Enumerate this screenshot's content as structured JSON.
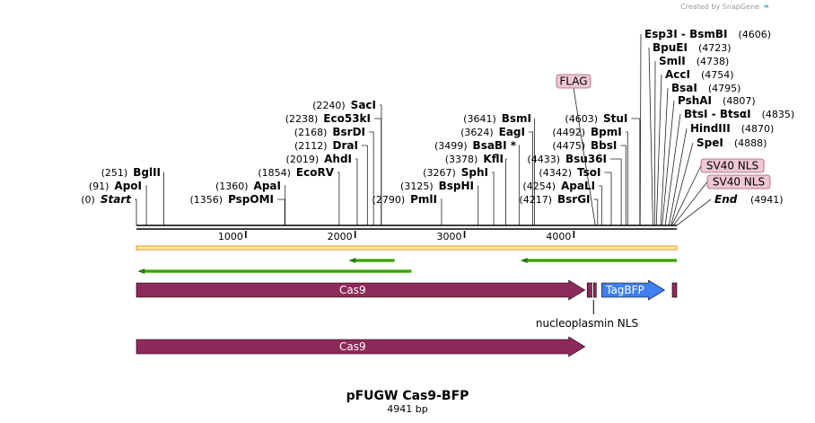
{
  "credit": "Created by SnapGene",
  "title": "pFUGW Cas9-BFP",
  "length_label": "4941 bp",
  "sequence_length": 4941,
  "ruler_ticks": [
    1000,
    2000,
    3000,
    4000
  ],
  "sites_left": [
    {
      "name": "Start",
      "pos": "(0)",
      "bp": 0,
      "italic": true
    },
    {
      "name": "ApoI",
      "pos": "(91)",
      "bp": 91
    },
    {
      "name": "BglII",
      "pos": "(251)",
      "bp": 251
    },
    {
      "name": "PspOMI",
      "pos": "(1356)",
      "bp": 1356
    },
    {
      "name": "ApaI",
      "pos": "(1360)",
      "bp": 1360
    },
    {
      "name": "EcoRV",
      "pos": "(1854)",
      "bp": 1854
    },
    {
      "name": "AhdI",
      "pos": "(2019)",
      "bp": 2019
    },
    {
      "name": "DraI",
      "pos": "(2112)",
      "bp": 2112
    },
    {
      "name": "BsrDI",
      "pos": "(2168)",
      "bp": 2168
    },
    {
      "name": "Eco53kI",
      "pos": "(2238)",
      "bp": 2238
    },
    {
      "name": "SacI",
      "pos": "(2240)",
      "bp": 2240
    },
    {
      "name": "PmlI",
      "pos": "(2790)",
      "bp": 2790
    },
    {
      "name": "BspHI",
      "pos": "(3125)",
      "bp": 3125
    },
    {
      "name": "SphI",
      "pos": "(3267)",
      "bp": 3267
    },
    {
      "name": "KflI",
      "pos": "(3378)",
      "bp": 3378
    },
    {
      "name": "BsaBI *",
      "pos": "(3499)",
      "bp": 3499
    },
    {
      "name": "EagI",
      "pos": "(3624)",
      "bp": 3624
    },
    {
      "name": "BsmI",
      "pos": "(3641)",
      "bp": 3641
    }
  ],
  "sites_right": [
    {
      "name": "BsrGI",
      "pos": "(4217)",
      "bp": 4217
    },
    {
      "name": "ApaLI",
      "pos": "(4254)",
      "bp": 4254
    },
    {
      "name": "TsoI",
      "pos": "(4342)",
      "bp": 4342
    },
    {
      "name": "Bsu36I",
      "pos": "(4433)",
      "bp": 4433
    },
    {
      "name": "BbsI",
      "pos": "(4475)",
      "bp": 4475
    },
    {
      "name": "BpmI",
      "pos": "(4492)",
      "bp": 4492
    },
    {
      "name": "StuI",
      "pos": "(4603)",
      "bp": 4603
    },
    {
      "name": "SpeI",
      "pos": "(4888)",
      "bp": 4888
    },
    {
      "name": "HindIII",
      "pos": "(4870)",
      "bp": 4870
    },
    {
      "name": "BtsI - BtsαI",
      "pos": "(4835)",
      "bp": 4835
    },
    {
      "name": "PshAI",
      "pos": "(4807)",
      "bp": 4807
    },
    {
      "name": "BsaI",
      "pos": "(4795)",
      "bp": 4795
    },
    {
      "name": "AccI",
      "pos": "(4754)",
      "bp": 4754
    },
    {
      "name": "SmlI",
      "pos": "(4738)",
      "bp": 4738
    },
    {
      "name": "BpuEI",
      "pos": "(4723)",
      "bp": 4723
    },
    {
      "name": "Esp3I - BsmBI",
      "pos": "(4606)",
      "bp": 4606
    }
  ],
  "site_end": {
    "name": "End",
    "pos": "(4941)",
    "bp": 4941,
    "italic": true
  },
  "tags": [
    {
      "label": "FLAG",
      "bp": 4196
    },
    {
      "label": "SV40 NLS",
      "bp": 4895
    },
    {
      "label": "SV40 NLS",
      "bp": 4910
    }
  ],
  "features": {
    "cas9": {
      "label": "Cas9",
      "start": 0,
      "end": 4101,
      "color": "#8e2a5a"
    },
    "nls_small": [
      {
        "start": 4122,
        "end": 4165,
        "color": "#8e2a5a"
      },
      {
        "start": 4180,
        "end": 4200,
        "color": "#8e2a5a"
      },
      {
        "start": 4900,
        "end": 4941,
        "color": "#8e2a5a"
      }
    ],
    "tagbfp": {
      "label": "TagBFP",
      "start": 4255,
      "end": 4830,
      "color": "#3f7ff0"
    },
    "nucleoplasmin_label": "nucleoplasmin NLS",
    "cas9_translation": {
      "label": "Cas9",
      "start": 0,
      "end": 4101,
      "color": "#8e2a5a"
    },
    "orf_line": {
      "start": 0,
      "end": 4941,
      "color": "#f5a623"
    },
    "green_arrows": [
      {
        "start": 10,
        "end": 2515,
        "direction": "left"
      },
      {
        "start": 1940,
        "end": 2360,
        "direction": "left"
      },
      {
        "start": 3510,
        "end": 4941,
        "direction": "left"
      }
    ]
  },
  "colors": {
    "green": "#6fcf3a",
    "tag_fill": "#f0c6d6",
    "tag_stroke": "#a05a7a"
  }
}
